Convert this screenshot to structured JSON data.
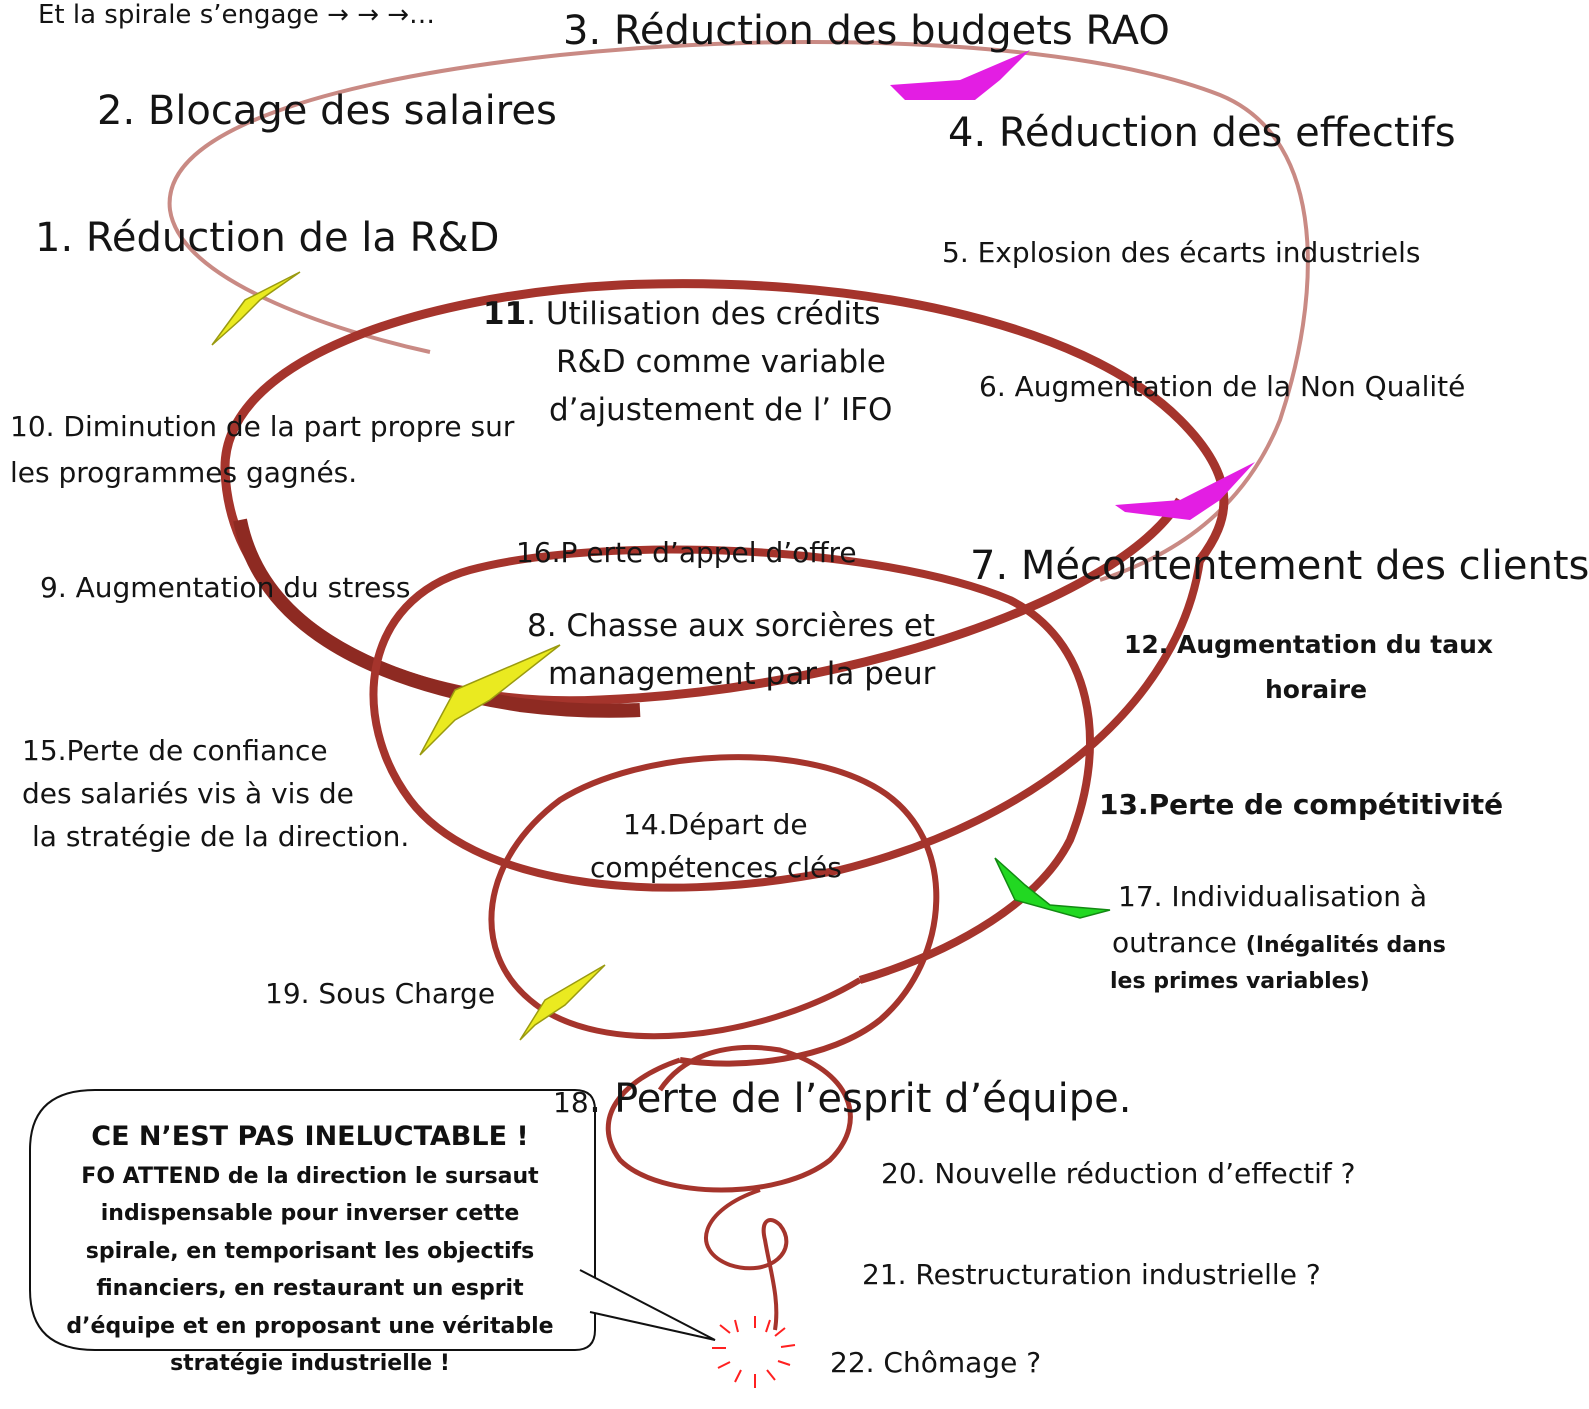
{
  "intro": "Et la spirale s’engage → → →…",
  "steps": {
    "s1": "1. Réduction de  la R&D",
    "s2": "2. Blocage des salaires",
    "s3": "3. Réduction des budgets RAO",
    "s4": "4. Réduction des effectifs",
    "s5": "5. Explosion des écarts industriels",
    "s6": "6. Augmentation de la Non Qualité",
    "s7": "7. Mécontentement des clients",
    "s8_line1": "8. Chasse aux sorcières et",
    "s8_line2": "management par la peur",
    "s9": "9. Augmentation du stress",
    "s10_line1": "10. Diminution de la part propre sur",
    "s10_line2": "les programmes gagnés.",
    "s11_num": "11",
    "s11_line1": ". Utilisation des crédits",
    "s11_line2": "R&D comme variable",
    "s11_line3": "d’ajustement de l’ IFO",
    "s12_num": "12. ",
    "s12_line1": "Augmentation du taux",
    "s12_line2": "horaire",
    "s13_num": "13.",
    "s13_text": "Perte de compétitivité",
    "s14_line1": "14.Départ de",
    "s14_line2": "compétences clés",
    "s15_line1": "15.Perte de confiance",
    "s15_line2": "des salariés vis à vis de",
    "s15_line3": "la stratégie de la direction.",
    "s16": "16.P erte d’appel d’offre",
    "s17_line1": "17. Individualisation à",
    "s17_line2a": "outrance ",
    "s17_line2b": "(Inégalités dans",
    "s17_line3": "les primes variables)",
    "s18_num": "18",
    "s18_text": ". Perte de l’esprit d’équipe.",
    "s19": "19. Sous Charge",
    "s20": "20. Nouvelle réduction d’effectif ?",
    "s21": "21. Restructuration industrielle ?",
    "s22": "22. Chômage ?"
  },
  "callout": {
    "title": "CE N’EST PAS INELUCTABLE !",
    "line1": "FO ATTEND de la direction le sursaut",
    "line2": "indispensable pour inverser cette",
    "line3": "spirale, en temporisant les objectifs",
    "line4": "financiers, en restaurant un esprit",
    "line5": "d’équipe et en proposant une véritable",
    "line6": "stratégie industrielle !"
  },
  "colors": {
    "spiral": "#a5342c",
    "spiral_light": "#c98a84",
    "boomerang_magenta": "#e31ee3",
    "boomerang_yellow": "#f0f020",
    "boomerang_green": "#22d822",
    "burst": "#ff2020"
  }
}
